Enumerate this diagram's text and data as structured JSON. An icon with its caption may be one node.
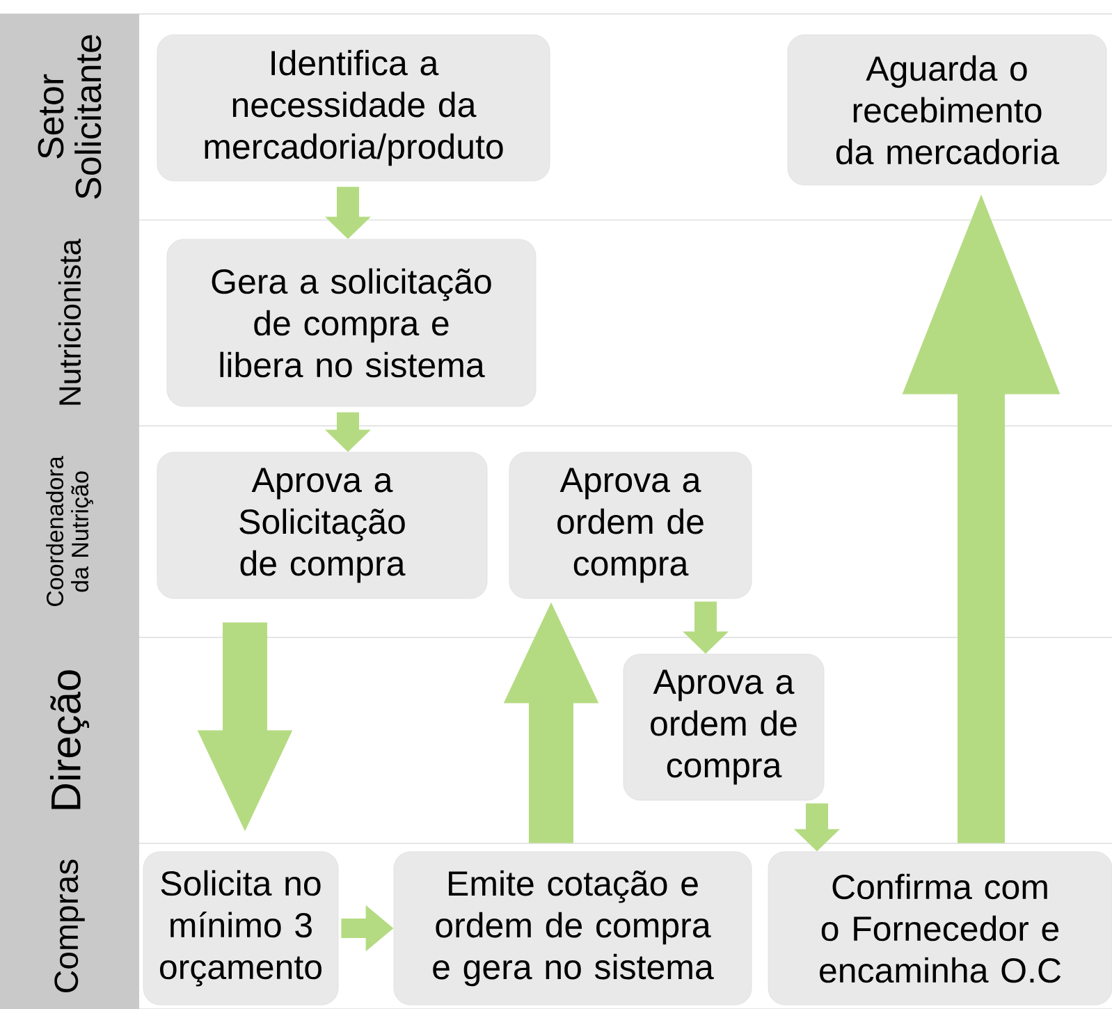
{
  "diagram": {
    "nodes": [
      {
        "text": [
          "Setor Solicitante"
        ]
      },
      {
        "text": [
          "Nutricionista"
        ]
      },
      {
        "text": [
          "Coordenadora da Nutrição"
        ]
      },
      {
        "text": [
          "Direção"
        ]
      },
      {
        "text": [
          "Compras"
        ]
      },
      {
        "text": [
          "Identifica a necessidade da mercadoria/produto"
        ]
      },
      {
        "text": [
          "Gera a solicitação de compra e libera no sistema"
        ]
      },
      {
        "text": [
          "Aprova a Solicitação de compra"
        ]
      },
      {
        "text": [
          "Aprova a ordem de compra"
        ]
      },
      {
        "text": [
          "Aguarda o recebimento da mercadoria"
        ]
      },
      {
        "text": [
          "Aprova a ordem de compra"
        ]
      },
      {
        "text": [
          "Solicita no mínimo 3 orçamento"
        ]
      },
      {
        "text": [
          "Emite cotação e ordem de compra e gera no sistema"
        ]
      },
      {
        "text": [
          "Confirma com o Fornecedor e encaminha O.C"
        ]
      }
    ],
    "edges": [
      {
        "from": 5,
        "to": 6,
        "arrow": "to"
      },
      {
        "from": 6,
        "to": 7,
        "arrow": "to"
      },
      {
        "from": 7,
        "to": 11,
        "arrow": "to",
        "style": "thick"
      },
      {
        "from": 11,
        "to": 12,
        "arrow": "to"
      },
      {
        "from": 12,
        "to": 8,
        "arrow": "to",
        "style": "thick"
      },
      {
        "from": 8,
        "to": 10,
        "arrow": "to"
      },
      {
        "from": 10,
        "to": 13,
        "arrow": "to"
      },
      {
        "from": 13,
        "to": 9,
        "arrow": "to",
        "style": "thick"
      }
    ]
  }
}
